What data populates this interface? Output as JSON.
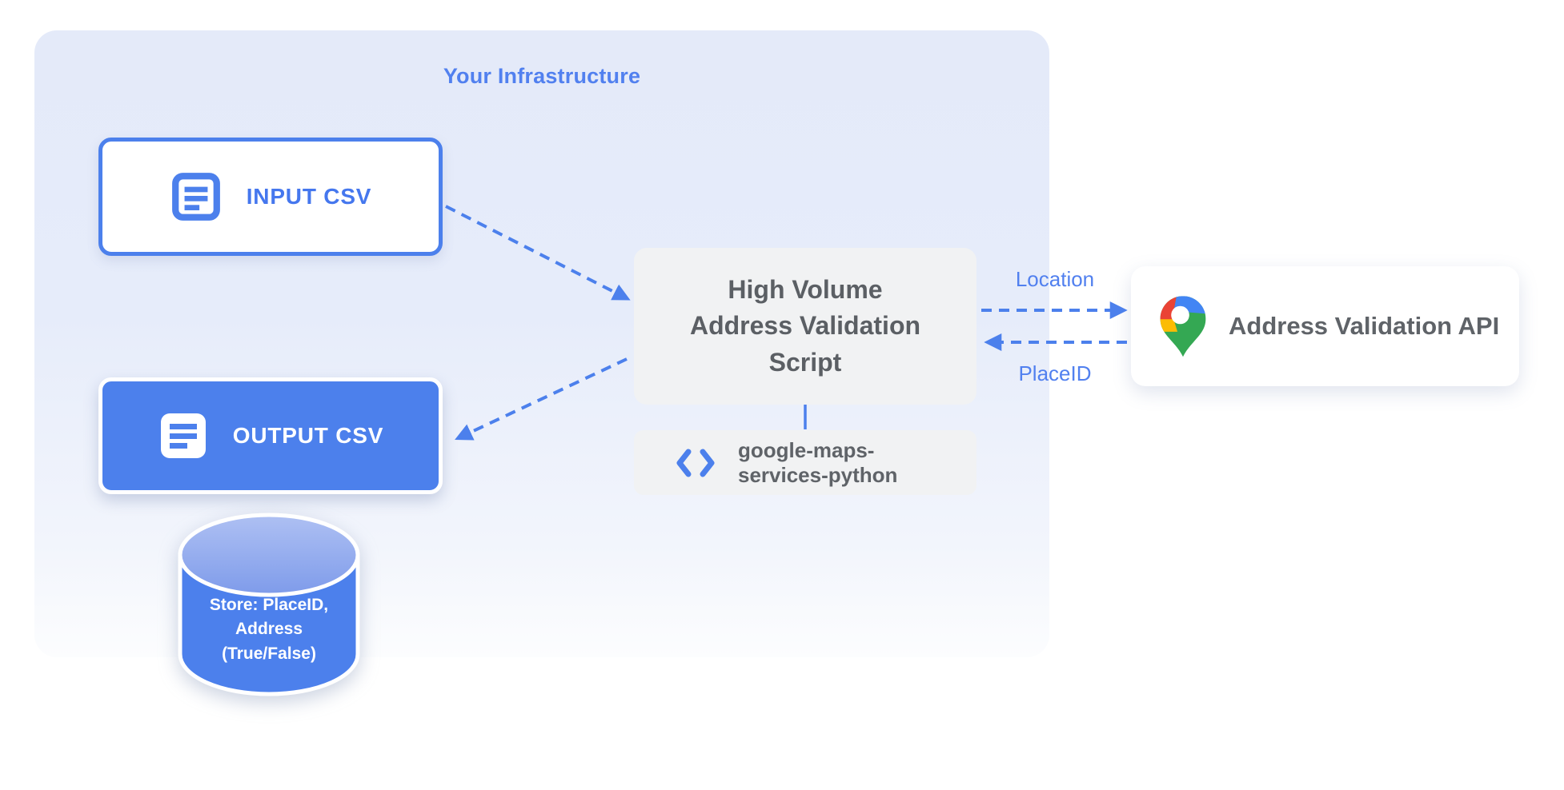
{
  "diagram": {
    "title": "Your Infrastructure",
    "input_csv_label": "INPUT CSV",
    "output_csv_label": "OUTPUT CSV",
    "datastore_label": "Store: PlaceID,\nAddress\n(True/False)",
    "script_label": "High Volume\nAddress Validation\nScript",
    "library_label": "google-maps-\nservices-python",
    "api_label": "Address Validation API",
    "edges": {
      "location_label": "Location",
      "placeid_label": "PlaceID"
    }
  },
  "colors": {
    "accent_blue": "#4C80EC",
    "title_blue": "#5180EF",
    "container_lavender": "#E5EBFA",
    "node_gray": "#F1F2F3",
    "text_gray": "#5F6368",
    "pin_blue": "#4285F4",
    "pin_red": "#EA4335",
    "pin_yellow": "#FBBC04",
    "pin_green": "#34A853"
  }
}
